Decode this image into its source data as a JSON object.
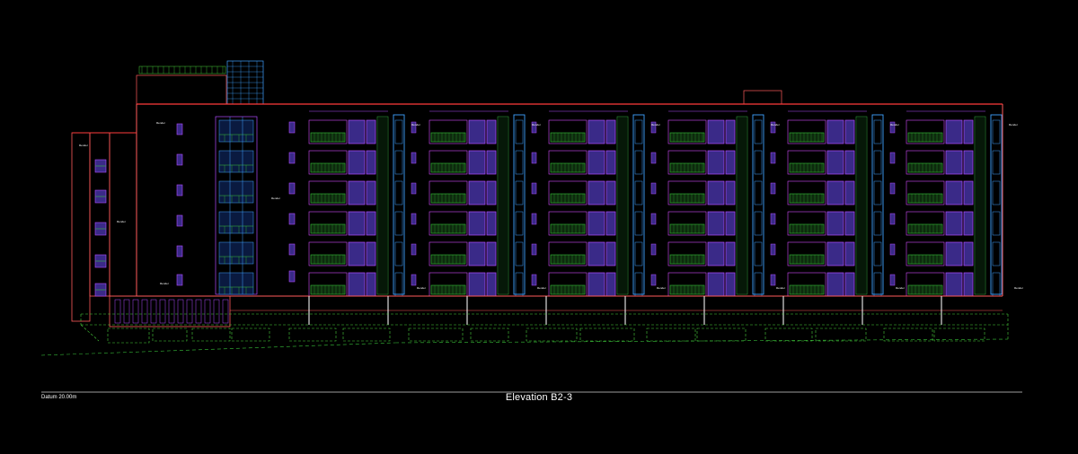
{
  "drawing": {
    "title": "Elevation B2-3",
    "datum_label": "Datum 20.00m",
    "material_label": "Render",
    "colors": {
      "background": "#000000",
      "roof_line": "#ff3b3b",
      "wall_outline": "#ff5a5a",
      "window_frame": "#b04cff",
      "window_glazing": "#3a2a88",
      "balcony_rail": "#38c23a",
      "balcony_frame": "#d34cff",
      "cladding": "#3fa2ff",
      "louvre": "#2e9e3a",
      "ground_dash": "#49d03b",
      "column": "#dddddd",
      "datum_line": "#cfcfcf",
      "text": "#ffffff"
    }
  }
}
